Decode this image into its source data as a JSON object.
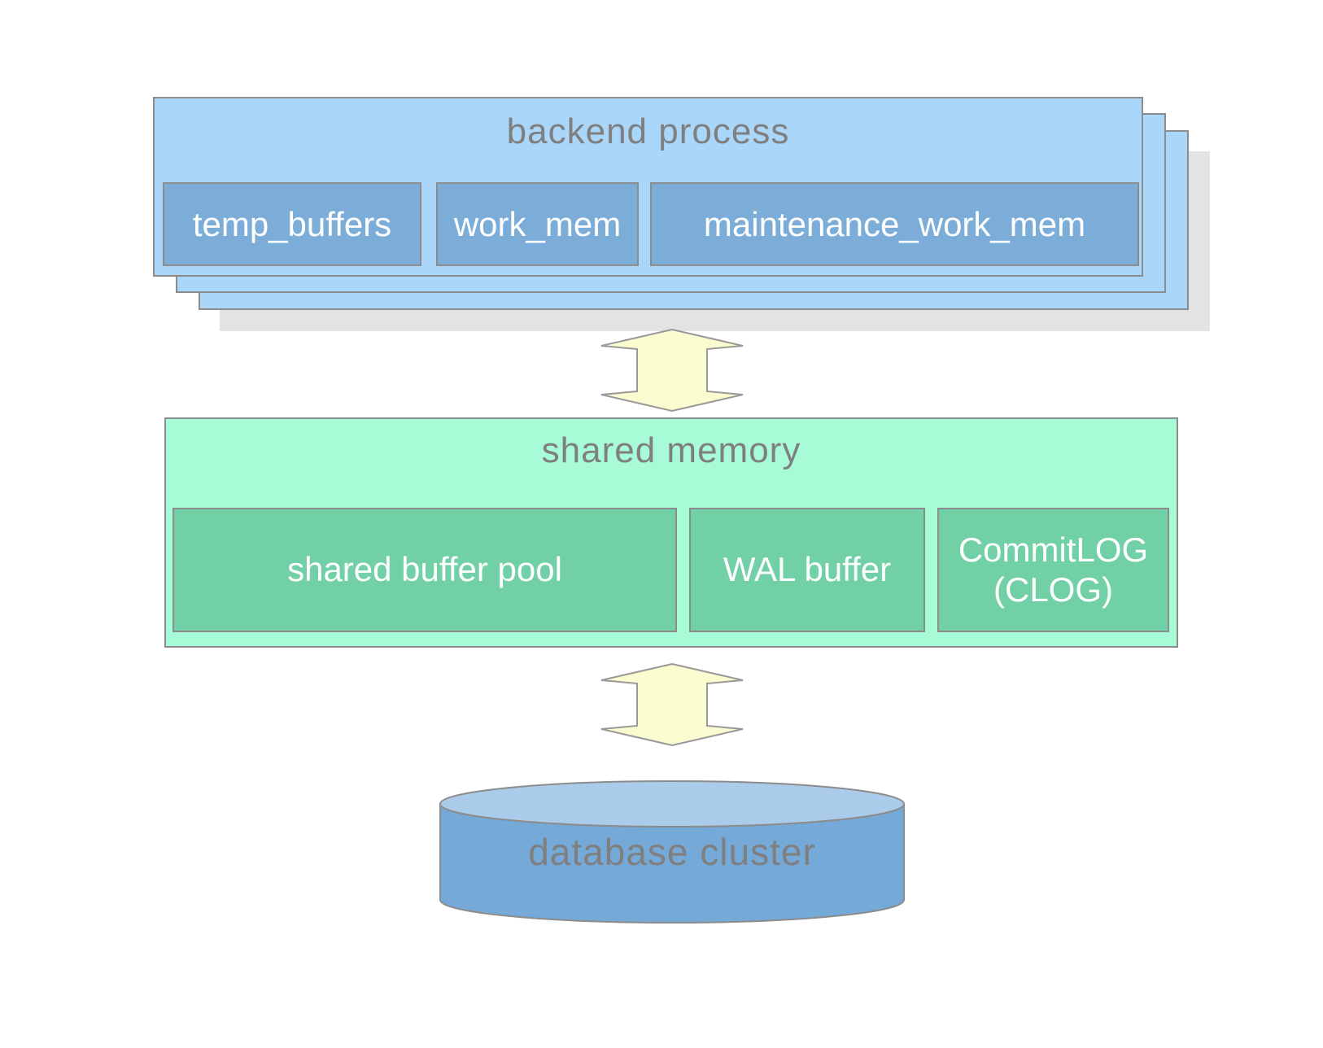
{
  "colors": {
    "backend-light": "#a9d6f9",
    "backend-dark": "#7badd8",
    "shared-light": "#a7fbd7",
    "shared-dark": "#71d0a6",
    "arrow-fill": "#fbfbd0",
    "arrow-stroke": "#999999",
    "border-gray": "#8c8c8c",
    "title-gray": "#7f7f7f",
    "stack-shadow": "#e3e3e3",
    "cylinder-body": "#74a9d8",
    "cylinder-top": "#aacbea"
  },
  "backend": {
    "title": "backend process",
    "boxes": [
      {
        "label": "temp_buffers"
      },
      {
        "label": "work_mem"
      },
      {
        "label": "maintenance_work_mem"
      }
    ]
  },
  "shared_memory": {
    "title": "shared memory",
    "boxes": [
      {
        "label": "shared buffer pool"
      },
      {
        "label": "WAL buffer"
      },
      {
        "label": "CommitLOG",
        "label2": "(CLOG)"
      }
    ]
  },
  "database": {
    "label": "database cluster"
  }
}
